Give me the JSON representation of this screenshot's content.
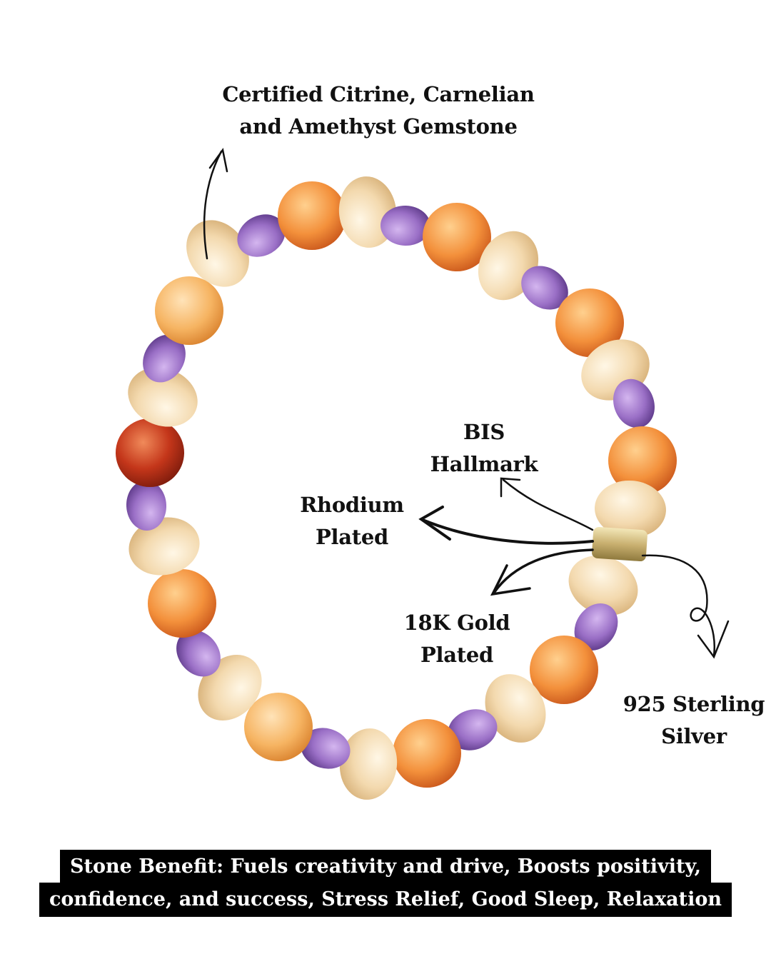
{
  "labels": {
    "gemstone_line1": "Certified Citrine, Carnelian",
    "gemstone_line2": "and Amethyst Gemstone",
    "bis_line1": "BIS",
    "bis_line2": "Hallmark",
    "rhodium_line1": "Rhodium",
    "rhodium_line2": "Plated",
    "gold_line1": "18K Gold",
    "gold_line2": "Plated",
    "silver_line1": "925 Sterling",
    "silver_line2": "Silver"
  },
  "benefit": {
    "line1": "Stone Benefit: Fuels creativity and drive, Boosts positivity,",
    "line2": "confidence, and success, Stress Relief, Good Sleep, Relaxation"
  },
  "colors": {
    "citrine": "#f3dcb6",
    "amethyst": "#9a6fc6",
    "carnelian": "#f08a35",
    "red_carnelian": "#c4361a",
    "spacer": "#d9c68a",
    "banner": "#000000"
  }
}
